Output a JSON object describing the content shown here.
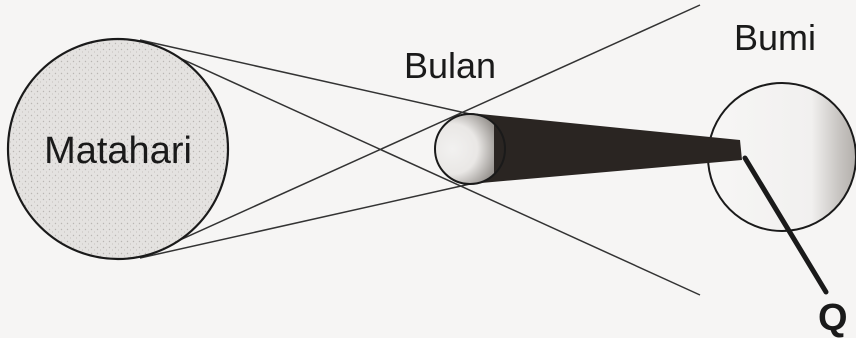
{
  "diagram": {
    "labels": {
      "sun": "Matahari",
      "moon": "Bulan",
      "earth": "Bumi",
      "point": "Q"
    },
    "colors": {
      "background": "#f6f5f4",
      "body_fill": "#e3e1df",
      "outline": "#1a1a1a",
      "umbra": "#2a2522"
    }
  }
}
